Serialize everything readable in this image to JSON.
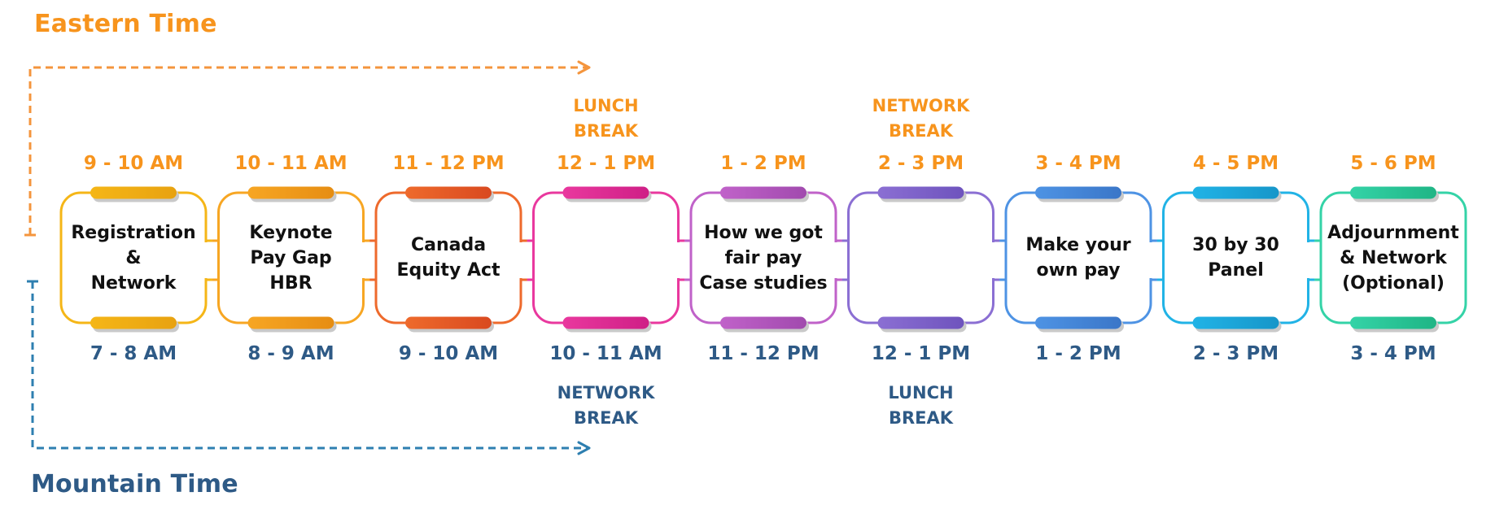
{
  "eastern_title": "Eastern Time",
  "mountain_title": "Mountain Time",
  "colors": {
    "eastern": "#f7941d",
    "mountain": "#2e5a86",
    "arrow_eastern": "#f4953d",
    "arrow_mountain": "#2e7fb0"
  },
  "sessions": [
    {
      "eastern": "9 - 10 AM",
      "mountain": "7 - 8 AM",
      "label": "Registration &\nNetwork",
      "color": "#f5b617",
      "dark": "#e8a210"
    },
    {
      "eastern": "10 - 11 AM",
      "mountain": "8 - 9 AM",
      "label": "Keynote\nPay Gap\nHBR",
      "color": "#f7a623",
      "dark": "#e68d12"
    },
    {
      "eastern": "11 - 12 PM",
      "mountain": "9 - 10 AM",
      "label": "Canada\nEquity Act",
      "color": "#ee6a2c",
      "dark": "#d9491f"
    },
    {
      "eastern": "12 - 1 PM",
      "mountain": "10 - 11 AM",
      "label": "",
      "color": "#e9389e",
      "dark": "#cf1f86",
      "eastern_note": "LUNCH\nBREAK",
      "mountain_note": "NETWORK\nBREAK"
    },
    {
      "eastern": "1 - 2 PM",
      "mountain": "11 - 12 PM",
      "label": "How we got\nfair pay\nCase studies",
      "color": "#c062c9",
      "dark": "#a14aae"
    },
    {
      "eastern": "2 - 3 PM",
      "mountain": "12 - 1 PM",
      "label": "",
      "color": "#8b6fd3",
      "dark": "#6e53bd",
      "eastern_note": "NETWORK\nBREAK",
      "mountain_note": "LUNCH\nBREAK"
    },
    {
      "eastern": "3 - 4 PM",
      "mountain": "1 - 2 PM",
      "label": "Make your\nown pay",
      "color": "#4e93e4",
      "dark": "#3a76c8"
    },
    {
      "eastern": "4 - 5 PM",
      "mountain": "2 - 3 PM",
      "label": "30 by 30\nPanel",
      "color": "#21b3e6",
      "dark": "#1696c9"
    },
    {
      "eastern": "5 - 6 PM",
      "mountain": "3 - 4 PM",
      "label": "Adjournment\n& Network\n(Optional)",
      "color": "#34d3a7",
      "dark": "#1fb585"
    }
  ]
}
